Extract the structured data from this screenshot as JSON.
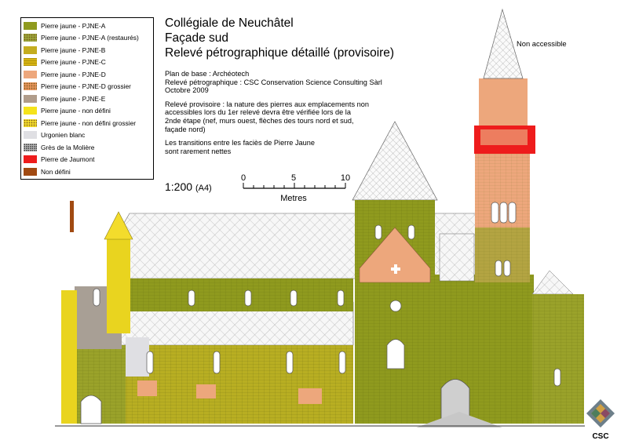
{
  "legend": [
    {
      "label": "Pierre jaune - PJNE-A",
      "color": "#8f9a1e",
      "pattern": "solid"
    },
    {
      "label": "Pierre jaune - PJNE-A (restaurés)",
      "color": "#9aa53a",
      "pattern": "dots"
    },
    {
      "label": "Pierre jaune - PJNE-B",
      "color": "#c4ad1f",
      "pattern": "solid"
    },
    {
      "label": "Pierre jaune - PJNE-C",
      "color": "#d6b414",
      "pattern": "hatch"
    },
    {
      "label": "Pierre jaune - PJNE-D",
      "color": "#eda77c",
      "pattern": "solid"
    },
    {
      "label": "Pierre jaune - PJNE-D grossier",
      "color": "#e8955c",
      "pattern": "dots"
    },
    {
      "label": "Pierre jaune - PJNE-E",
      "color": "#b09c8a",
      "pattern": "solid"
    },
    {
      "label": "Pierre jaune - non défini",
      "color": "#f5e31a",
      "pattern": "solid"
    },
    {
      "label": "Pierre jaune - non défini grossier",
      "color": "#f3dc2c",
      "pattern": "dots"
    },
    {
      "label": "Urgonien blanc",
      "color": "#dfdfe3",
      "pattern": "solid"
    },
    {
      "label": "Grès de la Molière",
      "color": "#b7b7b7",
      "pattern": "speckle"
    },
    {
      "label": "Pierre de Jaumont",
      "color": "#ee1c1c",
      "pattern": "solid"
    },
    {
      "label": "Non défini",
      "color": "#a14a12",
      "pattern": "solid"
    }
  ],
  "title": {
    "line1": "Collégiale de Neuchâtel",
    "line2": "Façade sud",
    "line3": "Relevé pétrographique détaillé (provisoire)"
  },
  "info": {
    "base": "Plan de base : Archéotech",
    "releve": "Relevé pétrographique : CSC Conservation Science Consulting Sàrl",
    "date": "Octobre 2009",
    "prov1": "Relevé provisoire : la nature des pierres aux emplacements non",
    "prov2": "accessibles lors du 1er relevé devra être vérifiée lors de la",
    "prov3": "2nde étape (nef, murs ouest, flèches des tours nord et sud,",
    "prov4": "façade nord)",
    "trans1": "Les transitions entre les faciès de Pierre Jaune",
    "trans2": "sont rarement nettes"
  },
  "scale": {
    "ratio": "1:200",
    "paper": "(A4)",
    "ticks": [
      "0",
      "5",
      "10"
    ],
    "unit": "Metres"
  },
  "annotation": "Non accessible",
  "logo": "CSC"
}
